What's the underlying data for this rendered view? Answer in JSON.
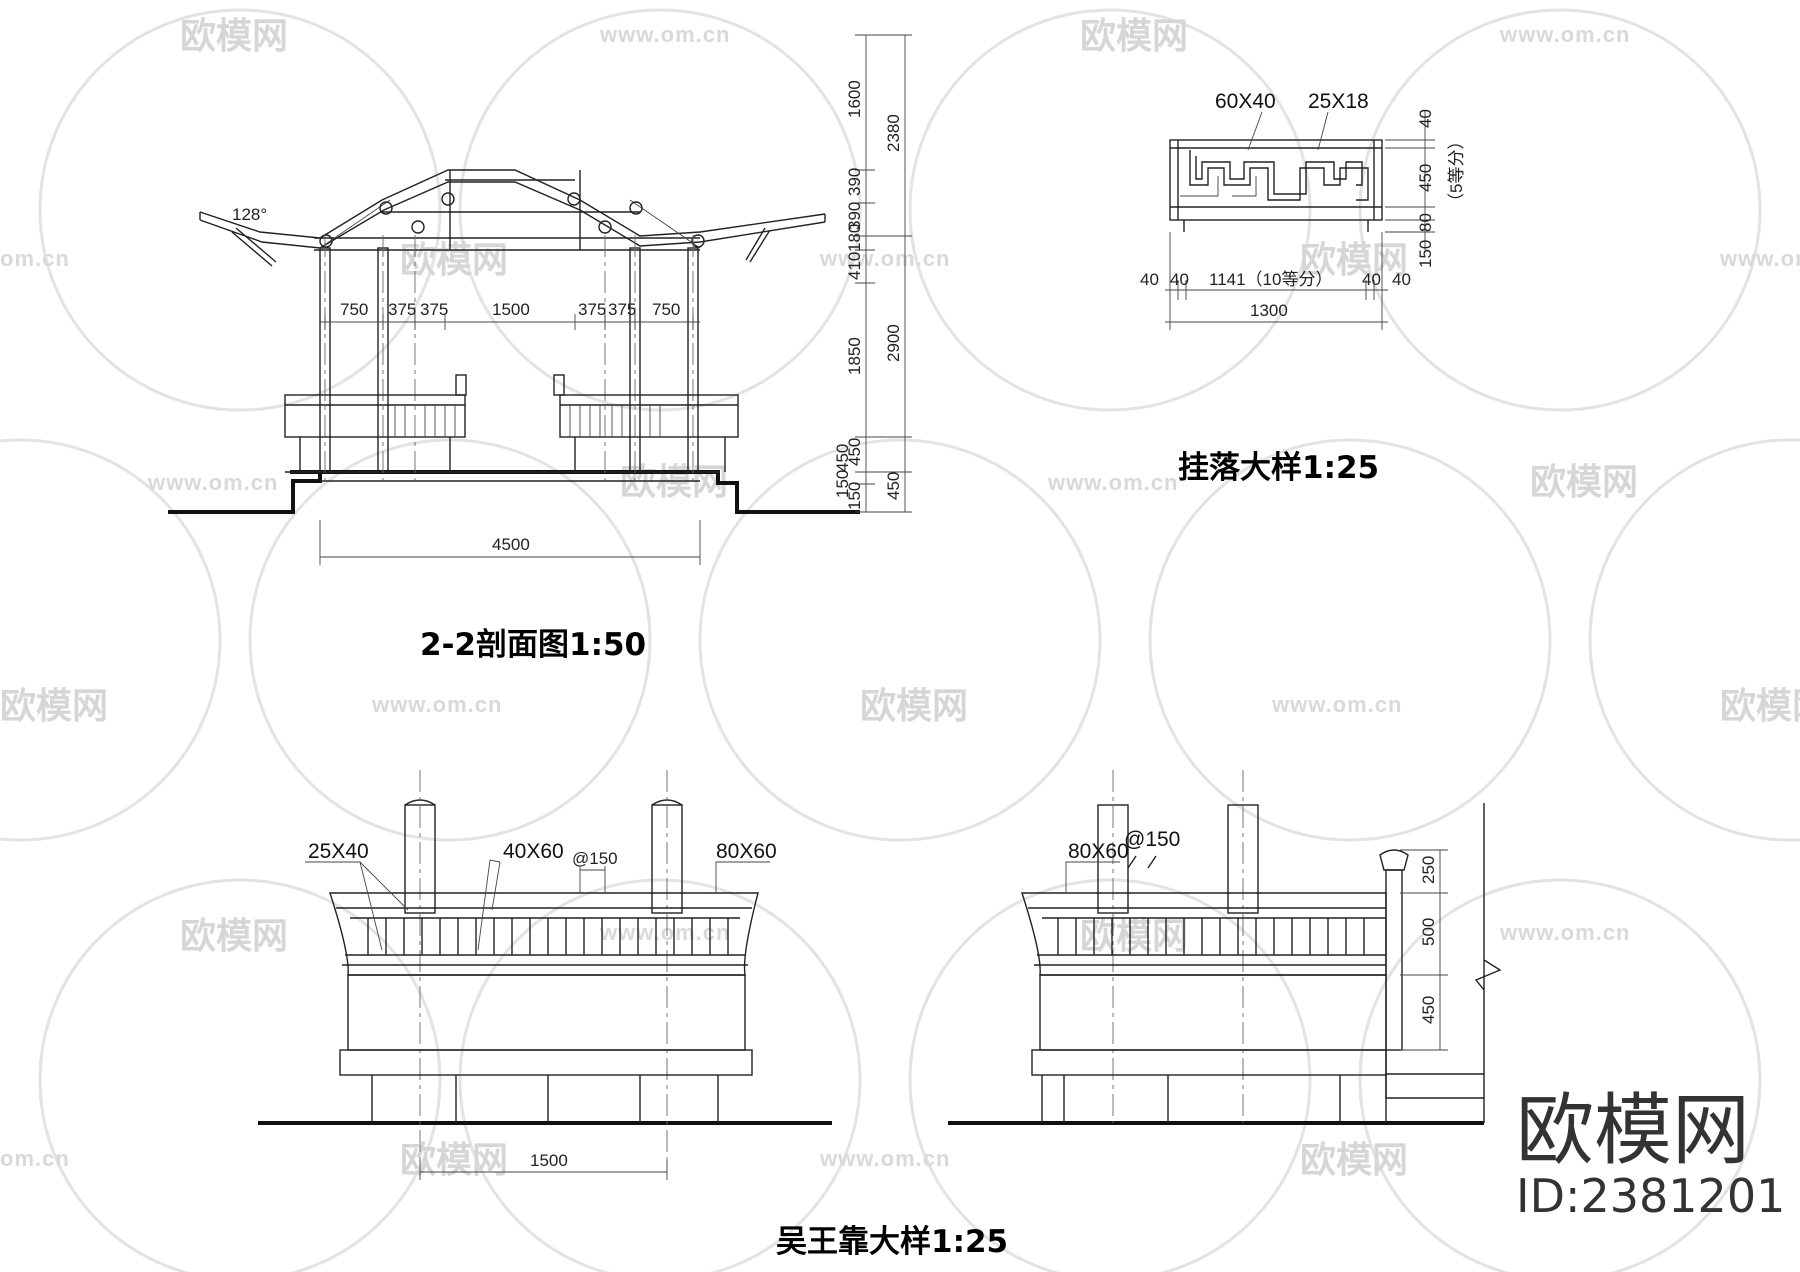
{
  "watermark": {
    "brand_text": "欧模网",
    "url_text": "www.om.cn",
    "url_fragment": "om.cn"
  },
  "brand": {
    "name": "欧模网",
    "id": "ID:2381201"
  },
  "section_2_2": {
    "title": "2-2剖面图1:50",
    "angle": "128°",
    "horiz_dims": [
      "750",
      "375",
      "375",
      "1500",
      "375",
      "375",
      "750"
    ],
    "base_width": "4500",
    "vert_dims_inner": [
      "1600",
      "390",
      "390",
      "180",
      "410",
      "1850",
      "450",
      "150",
      "150",
      "450"
    ],
    "vert_dims_outer": [
      "2380",
      "2900",
      "450"
    ]
  },
  "gualuo_detail": {
    "title": "挂落大样1:25",
    "top_labels": [
      "60X40",
      "25X18"
    ],
    "bottom_dims": [
      "40",
      "40",
      "1141（10等分）",
      "40",
      "40"
    ],
    "overall_width": "1300",
    "right_dims": [
      "40",
      "450",
      "（5等分）",
      "80",
      "150"
    ]
  },
  "wuwangkao_detail": {
    "title": "吴王靠大样1:25",
    "left_labels": [
      "25X40",
      "40X60",
      "@150",
      "80X60"
    ],
    "bottom_dim": "1500",
    "right_labels": [
      "80X60",
      "@150"
    ],
    "right_dims": [
      "250",
      "500",
      "450"
    ]
  }
}
